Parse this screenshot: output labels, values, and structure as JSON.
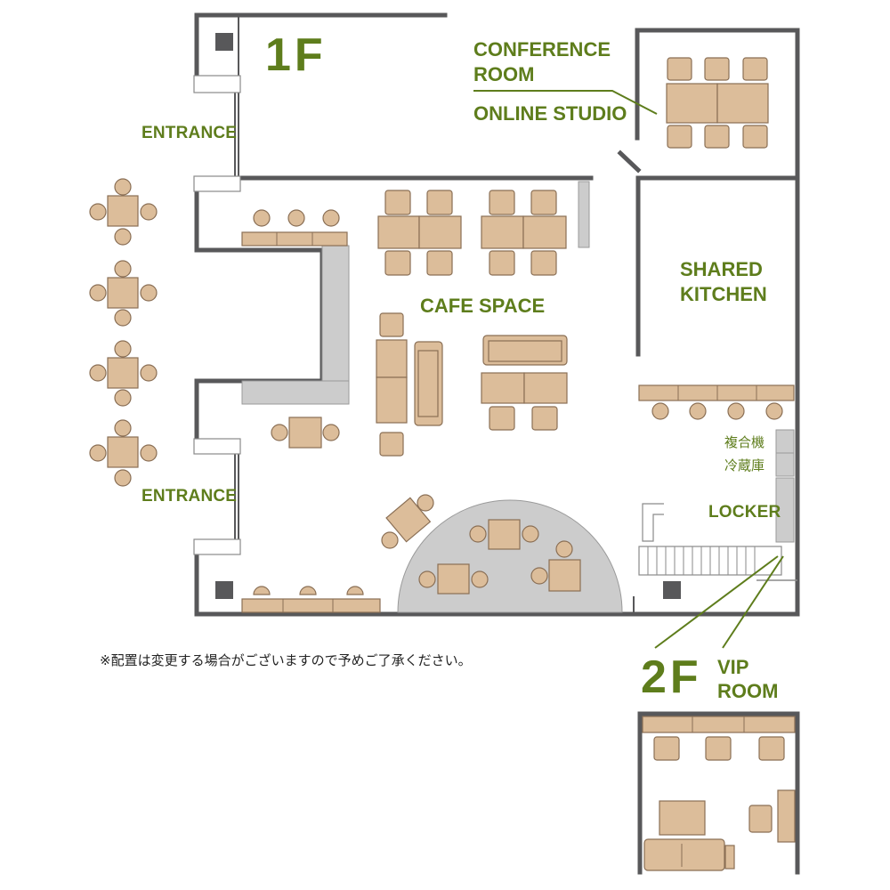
{
  "floor1": {
    "label": "1F"
  },
  "floor2": {
    "label": "2F"
  },
  "rooms": {
    "conference_line1": "CONFERENCE",
    "conference_line2": "ROOM",
    "online_studio": "ONLINE STUDIO",
    "shared_line1": "SHARED",
    "shared_line2": "KITCHEN",
    "cafe_space": "CAFE SPACE",
    "vip_line1": "VIP",
    "vip_line2": "ROOM"
  },
  "entrances": {
    "top": "ENTRANCE",
    "bottom": "ENTRANCE"
  },
  "facilities": {
    "copier": "複合機",
    "fridge": "冷蔵庫",
    "locker": "LOCKER"
  },
  "note": "※配置は変更する場合がございますので予めご了承ください。",
  "colors": {
    "wall": "#58585a",
    "furniture": "#dcbd9a",
    "furniture_stroke": "#8a6f55",
    "label": "#5e7d1c",
    "floor_gray": "#cfcfcf"
  }
}
